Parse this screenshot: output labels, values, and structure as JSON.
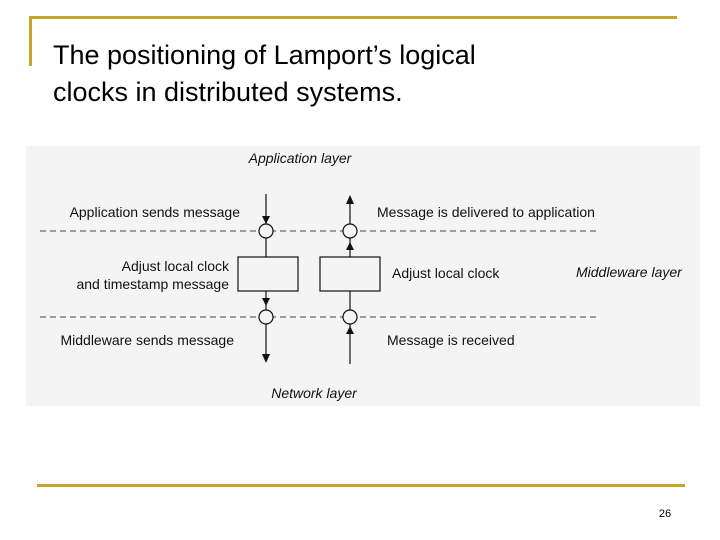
{
  "slide": {
    "title": "The positioning of Lamport’s logical\n  clocks in distributed systems.",
    "page_number": "26",
    "accent_color": "#c8a42a"
  },
  "diagram": {
    "application_layer": "Application layer",
    "middleware_layer": "Middleware layer",
    "network_layer": "Network layer",
    "left": {
      "top_label": "Application sends message",
      "box_label_line1": "Adjust local clock",
      "box_label_line2": "and timestamp message",
      "bottom_label": "Middleware sends message"
    },
    "right": {
      "top_label": "Message is delivered to application",
      "box_label": "Adjust local clock",
      "bottom_label": "Message is received"
    }
  }
}
